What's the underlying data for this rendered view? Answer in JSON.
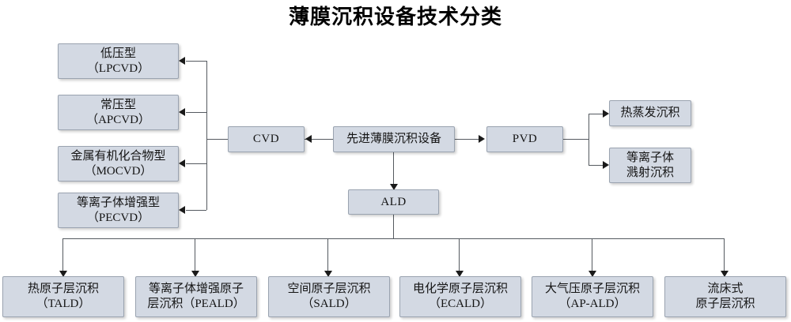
{
  "title": "薄膜沉积设备技术分类",
  "diagram": {
    "type": "tree-flowchart",
    "root": {
      "label": "先进薄膜沉积设备"
    },
    "branches": [
      {
        "key": "cvd",
        "label": "CVD",
        "children": [
          {
            "label": "低压型\n（LPCVD）"
          },
          {
            "label": "常压型\n（APCVD）"
          },
          {
            "label": "金属有机化合物型\n（MOCVD）"
          },
          {
            "label": "等离子体增强型\n（PECVD）"
          }
        ]
      },
      {
        "key": "pvd",
        "label": "PVD",
        "children": [
          {
            "label": "热蒸发沉积"
          },
          {
            "label": "等离子体\n溅射沉积"
          }
        ]
      },
      {
        "key": "ald",
        "label": "ALD",
        "children": [
          {
            "label": "热原子层沉积\n（TALD）"
          },
          {
            "label": "等离子体增强原子\n层沉积（PEALD）"
          },
          {
            "label": "空间原子层沉积\n（SALD）"
          },
          {
            "label": "电化学原子层沉积\n（ECALD）"
          },
          {
            "label": "大气压原子层沉积\n（AP-ALD）"
          },
          {
            "label": "流床式\n原子层沉积"
          }
        ]
      }
    ]
  },
  "colors": {
    "node_fill": "#d3d9e3",
    "node_border": "#9aa3b0",
    "connector": "#555a60",
    "arrow": "#1a1a1a",
    "text": "#141414",
    "background": "#ffffff"
  }
}
